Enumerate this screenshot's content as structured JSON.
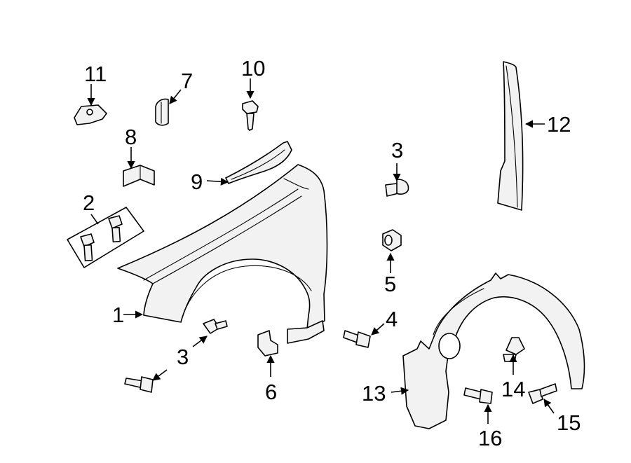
{
  "callouts": [
    {
      "id": "c1",
      "label": "1"
    },
    {
      "id": "c2",
      "label": "2"
    },
    {
      "id": "c3a",
      "label": "3"
    },
    {
      "id": "c3b",
      "label": "3"
    },
    {
      "id": "c4",
      "label": "4"
    },
    {
      "id": "c5",
      "label": "5"
    },
    {
      "id": "c6",
      "label": "6"
    },
    {
      "id": "c7",
      "label": "7"
    },
    {
      "id": "c8",
      "label": "8"
    },
    {
      "id": "c9",
      "label": "9"
    },
    {
      "id": "c10",
      "label": "10"
    },
    {
      "id": "c11",
      "label": "11"
    },
    {
      "id": "c12",
      "label": "12"
    },
    {
      "id": "c13",
      "label": "13"
    },
    {
      "id": "c14",
      "label": "14"
    },
    {
      "id": "c15",
      "label": "15"
    },
    {
      "id": "c16",
      "label": "16"
    }
  ]
}
